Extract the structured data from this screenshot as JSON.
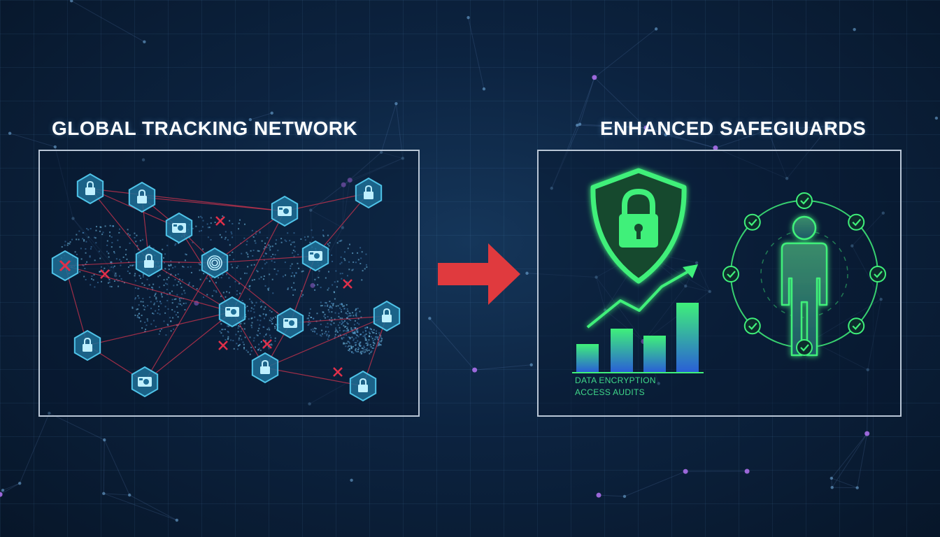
{
  "left_panel": {
    "title": "GLOBAL TRACKING NETWORK",
    "icons": [
      "lock-icon",
      "camera-icon",
      "fingerprint-icon",
      "blocked-x-icon"
    ]
  },
  "right_panel": {
    "title": "ENHANCED SAFEGIUARDS",
    "labels": [
      "DATA ENCRYPTION",
      "ACCESS AUDITS"
    ],
    "icons": [
      "shield-lock-icon",
      "growth-bar-chart-icon",
      "person-checkmarks-icon"
    ]
  },
  "colors": {
    "background": "#0c2340",
    "network_node": "#4fc3e8",
    "network_line": "#d0344f",
    "safeguard_green": "#3ff07a",
    "arrow_red": "#e03a3e"
  }
}
